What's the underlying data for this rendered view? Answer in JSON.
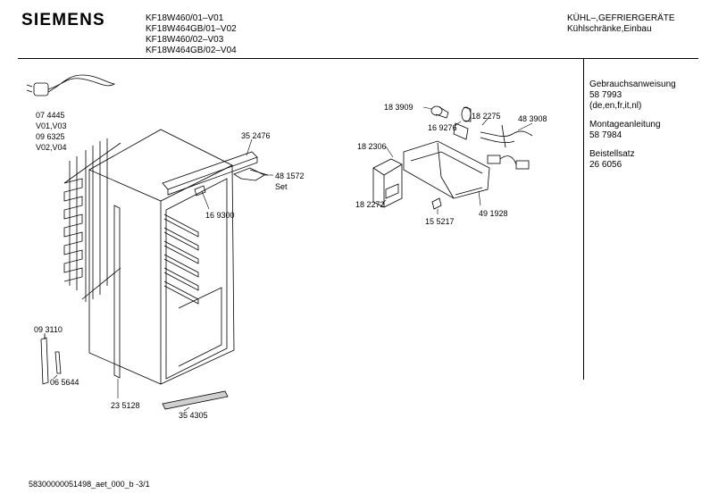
{
  "header": {
    "brand": "SIEMENS",
    "models": [
      "KF18W460/01–V01",
      "KF18W464GB/01–V02",
      "KF18W460/02–V03",
      "KF18W464GB/02–V04"
    ],
    "category": "KÜHL–,GEFRIERGERÄTE",
    "subcategory": "Kühlschränke,Einbau"
  },
  "sidebar": {
    "manual_label": "Gebrauchsanweisung",
    "manual_number": "58 7993",
    "manual_langs": "(de,en,fr,it,nl)",
    "assembly_label": "Montageanleitung",
    "assembly_number": "58 7984",
    "kit_label": "Beistellsatz",
    "kit_number": "26 6056"
  },
  "parts": {
    "p074445": "07 4445",
    "p_v01v03": "V01,V03",
    "p096325": "09 6325",
    "p_v02v04": "V02,V04",
    "p352476": "35 2476",
    "p481572": "48 1572",
    "p_set": "Set",
    "p169300": "16 9300",
    "p093110": "09 3110",
    "p065644": "06 5644",
    "p235128": "23 5128",
    "p354305": "35 4305",
    "p183909": "18 3909",
    "p169276": "16 9276",
    "p182275": "18 2275",
    "p483908": "48 3908",
    "p182306": "18 2306",
    "p182272": "18 2272",
    "p155217": "15 5217",
    "p491928": "49 1928"
  },
  "footer": {
    "doc_id": "58300000051498_aet_000_b -3/1"
  }
}
